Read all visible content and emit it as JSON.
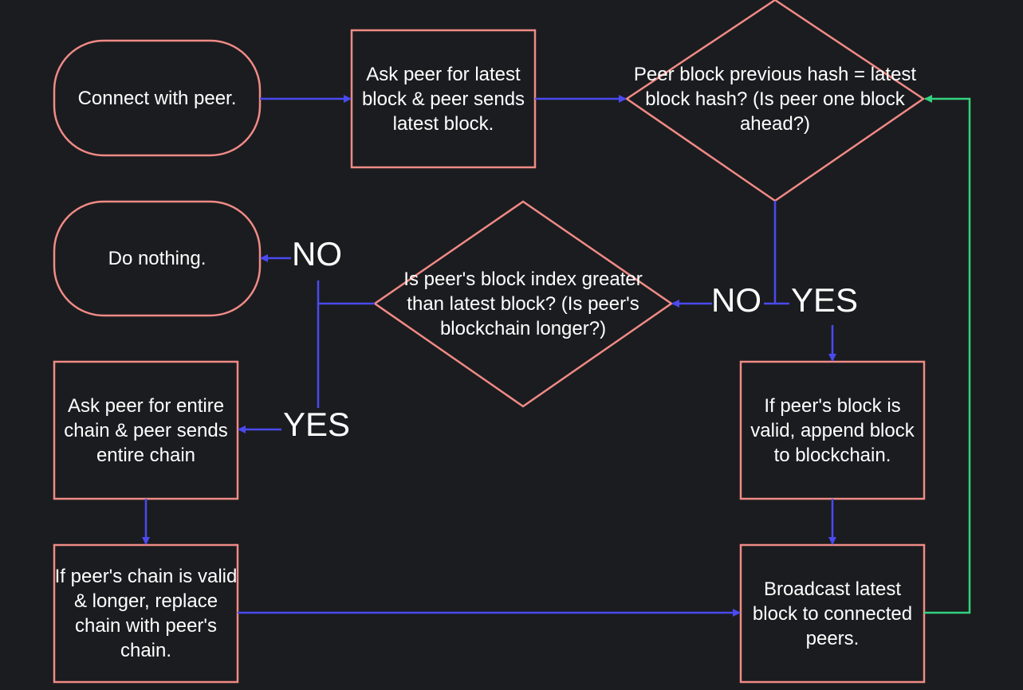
{
  "nodes": {
    "connect": "Connect with peer.",
    "ask_latest": "Ask peer for latest block & peer sends latest block.",
    "decision_prev_hash": "Peer block previous hash = latest block hash? (Is peer one block ahead?)",
    "do_nothing": "Do nothing.",
    "decision_index": "Is peer's block index greater than latest block? (Is peer's blockchain longer?)",
    "ask_chain": "Ask peer for entire chain & peer sends entire chain",
    "append_block": "If peer's block is valid, append block to blockchain.",
    "replace_chain": "If peer's chain is valid & longer, replace chain with peer's chain.",
    "broadcast": "Broadcast latest block to connected peers."
  },
  "edge_labels": {
    "no_do_nothing": "NO",
    "no_index": "NO",
    "yes_append": "YES",
    "yes_ask_chain": "YES"
  },
  "colors": {
    "background": "#1b1c1f",
    "shape_stroke": "#f08a86",
    "arrow": "#4a4af0",
    "loop_arrow": "#34d27f",
    "text": "#ffffff"
  }
}
